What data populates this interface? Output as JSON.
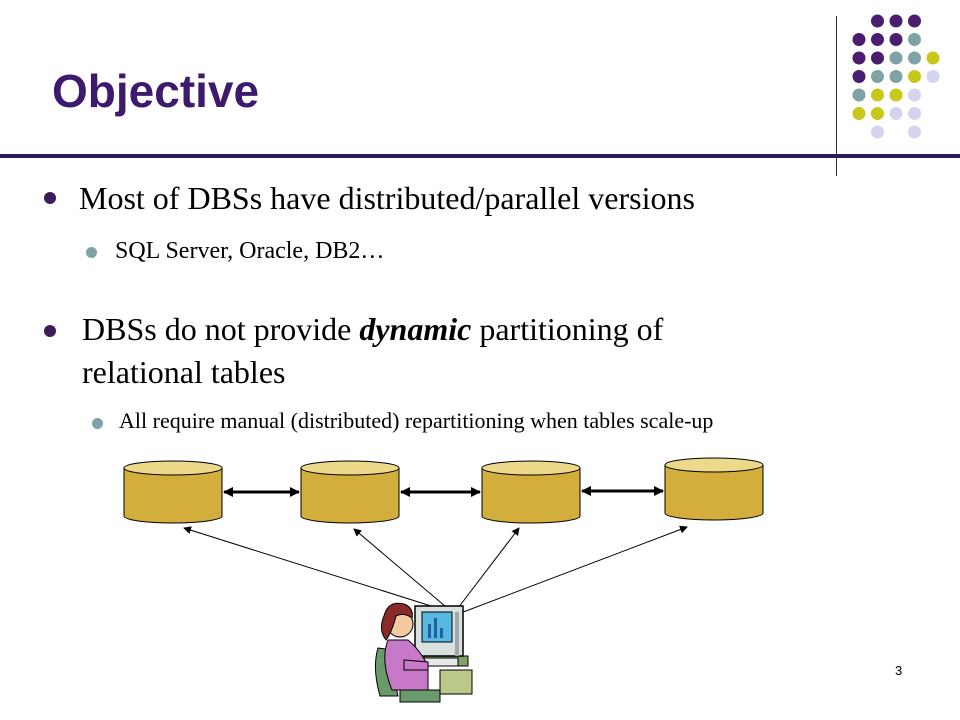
{
  "slide": {
    "title": "Objective",
    "bullets": [
      {
        "text": "Most of DBSs have distributed/parallel versions"
      },
      {
        "text": "SQL Server, Oracle, DB2…"
      },
      {
        "pre": "DBSs do not provide ",
        "em": "dynamic",
        "post": " partitioning of",
        "line2": "relational tables"
      },
      {
        "text": "All require manual (distributed) repartitioning when tables scale-up"
      }
    ],
    "page_number": "3"
  },
  "colors": {
    "title": "#3d1a6e",
    "rule": "#2c1a5c",
    "dot_purple": "#4a1d6e",
    "dot_teal": "#7fa3a5",
    "dot_lime": "#c8c81a",
    "dot_lavender": "#d4d4ee",
    "cylinder": "#d4ae3c",
    "cylinder_top": "#ecd98a"
  },
  "icons": [
    "database-cylinder-icon",
    "person-at-computer-icon"
  ]
}
